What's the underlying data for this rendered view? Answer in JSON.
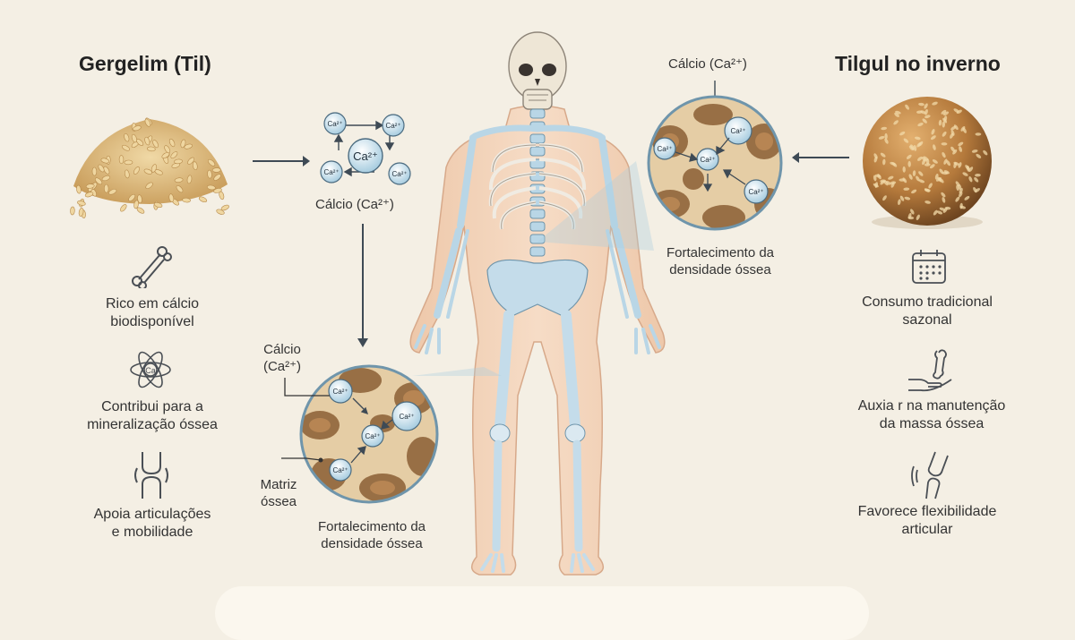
{
  "left_panel": {
    "title": "Gergelim (Til)",
    "features": [
      {
        "icon": "bone-icon",
        "text_line1": "Rico em cálcio",
        "text_line2": "biodisponível"
      },
      {
        "icon": "atom-calcium-icon",
        "text_line1": "Contribui para a",
        "text_line2": "mineralização óssea"
      },
      {
        "icon": "knee-joint-icon",
        "text_line1": "Apoia articulações",
        "text_line2": "e mobilidade"
      }
    ]
  },
  "right_panel": {
    "title": "Tilgul no inverno",
    "features": [
      {
        "icon": "calendar-icon",
        "text_line1": "Consumo tradicional",
        "text_line2": "sazonal"
      },
      {
        "icon": "hand-bone-icon",
        "text_line1": "Auxia r na manutenção",
        "text_line2": "da massa óssea"
      },
      {
        "icon": "knee-joint-icon",
        "text_line1": "Favorece flexibilidade",
        "text_line2": "articular"
      }
    ]
  },
  "molecule_cluster": {
    "label": "Cálcio (Ca²⁺)",
    "ion_small": "Ca²⁺",
    "ion_large": "Ca²⁺"
  },
  "left_magnifier": {
    "calcium_label_line1": "Cálcio",
    "calcium_label_line2": "(Ca²⁺)",
    "matrix_label_line1": "Matriz",
    "matrix_label_line2": "óssea",
    "caption_line1": "Fortalecimento da",
    "caption_line2": "densidade óssea",
    "ion": "Ca²⁺"
  },
  "right_magnifier": {
    "calcium_label": "Cálcio (Ca²⁺)",
    "caption_line1": "Fortalecimento da",
    "caption_line2": "densidade óssea",
    "ion": "Ca²⁺"
  },
  "colors": {
    "background": "#f4efe4",
    "ion_fill": "#bcd9e8",
    "bone_blue": "#b9d6e6",
    "bone_matrix": "#e2c49b",
    "skin": "#f2d2b8",
    "arrow": "#3e4a55"
  }
}
